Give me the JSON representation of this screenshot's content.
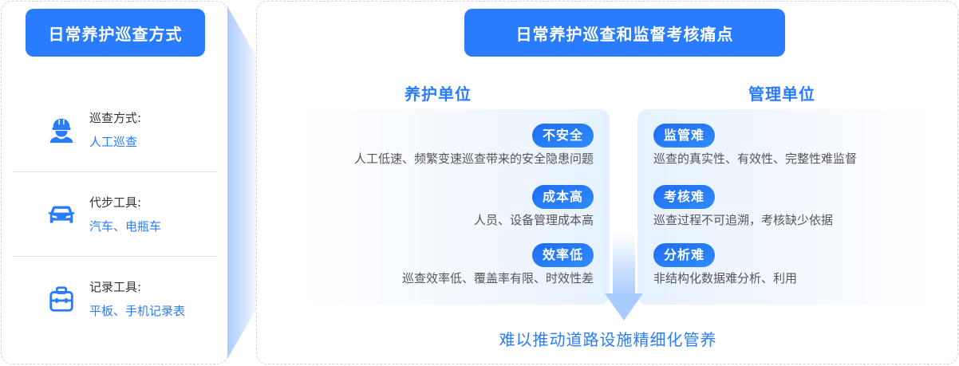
{
  "left_panel": {
    "title": "日常养护巡查方式",
    "items": [
      {
        "icon": "worker-helmet-icon",
        "label": "巡查方式:",
        "value": "人工巡查"
      },
      {
        "icon": "car-icon",
        "label": "代步工具:",
        "value": "汽车、电瓶车"
      },
      {
        "icon": "toolbox-icon",
        "label": "记录工具:",
        "value": "平板、手机记录表"
      }
    ]
  },
  "right_panel": {
    "title": "日常养护巡查和监督考核痛点",
    "maintenance_unit": {
      "heading": "养护单位",
      "items": [
        {
          "badge": "不安全",
          "desc": "人工低速、频繁变速巡查带来的安全隐患问题"
        },
        {
          "badge": "成本高",
          "desc": "人员、设备管理成本高"
        },
        {
          "badge": "效率低",
          "desc": "巡查效率低、覆盖率有限、时效性差"
        }
      ]
    },
    "management_unit": {
      "heading": "管理单位",
      "items": [
        {
          "badge": "监管难",
          "desc": "巡查的真实性、有效性、完整性难监督"
        },
        {
          "badge": "考核难",
          "desc": "巡查过程不可追溯，考核缺少依据"
        },
        {
          "badge": "分析难",
          "desc": "非结构化数据难分析、利用"
        }
      ]
    },
    "conclusion": "难以推动道路设施精细化管养"
  },
  "colors": {
    "primary": "#2a7cff",
    "text_dark": "#333333",
    "text_muted": "#555555",
    "border": "#d4d4d4",
    "card_tint": "#e6f1ff"
  }
}
